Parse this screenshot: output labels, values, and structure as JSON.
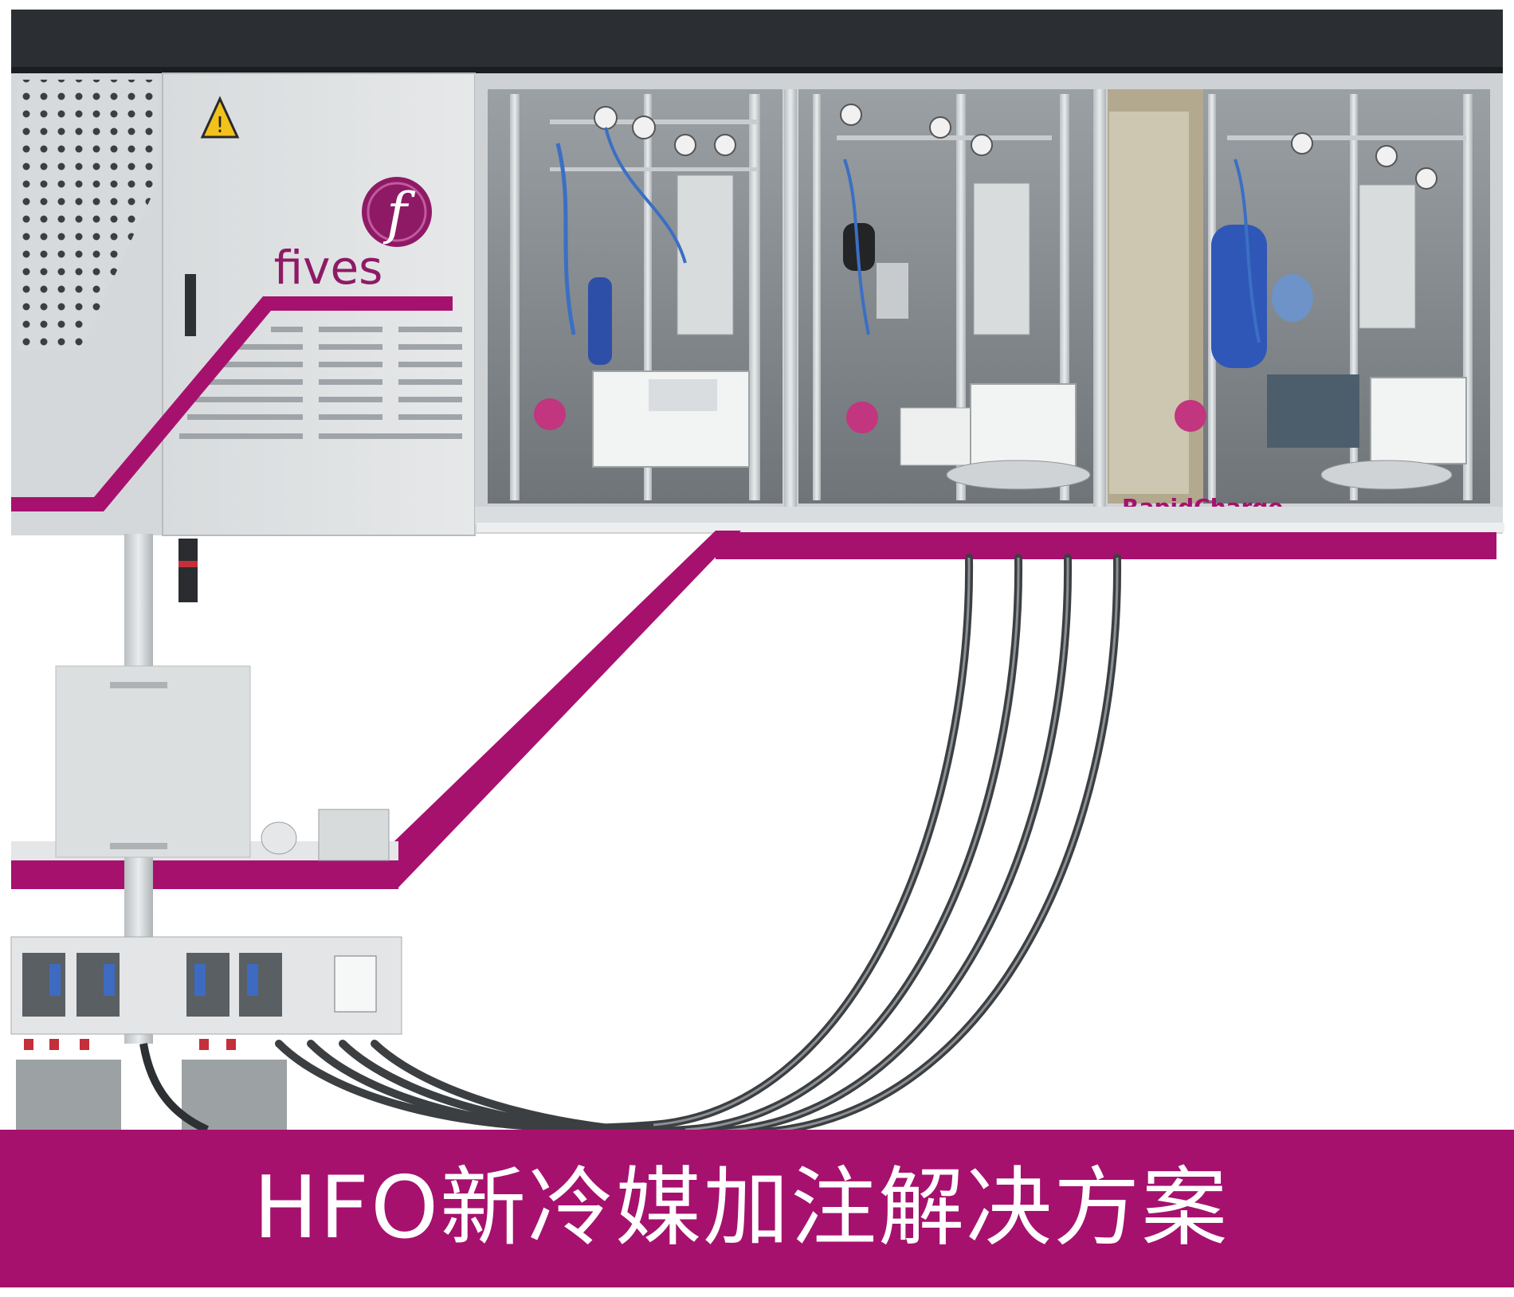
{
  "photo": {
    "brand_logo_text": "fives",
    "product_label": "RapidCharge",
    "accent_color": "#a6116e",
    "brand_color": "#8e1a66"
  },
  "banner": {
    "title": "HFO新冷媒加注解决方案",
    "background": "#a6116e",
    "text_color": "#ffffff"
  }
}
